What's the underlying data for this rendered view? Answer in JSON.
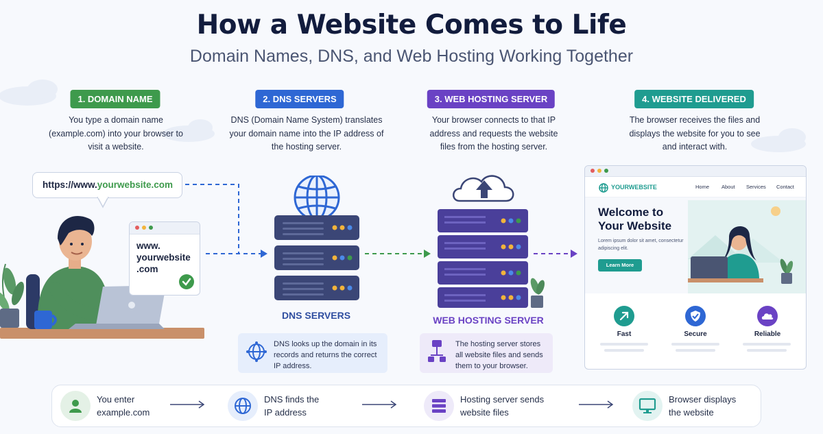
{
  "header": {
    "title": "How a Website Comes to Life",
    "subtitle": "Domain Names, DNS, and Web Hosting Working Together"
  },
  "steps": [
    {
      "badge": "1. DOMAIN NAME",
      "color": "#3e9a4c",
      "desc": "You type a domain name (example.com) into your browser to visit a website."
    },
    {
      "badge": "2. DNS SERVERS",
      "color": "#2e67d4",
      "desc": "DNS (Domain Name System) translates your domain name into the IP address of the hosting server."
    },
    {
      "badge": "3. WEB HOSTING SERVER",
      "color": "#6a42c4",
      "desc": "Your browser connects to that IP address and requests the website files from the hosting server."
    },
    {
      "badge": "4. WEBSITE DELIVERED",
      "color": "#1f9c90",
      "desc": "The browser receives the files and displays the website for you to see and interact with."
    }
  ],
  "domain_scene": {
    "url_prefix": "https://www.",
    "url_domain": "yourwebsite.com",
    "card_lines": [
      "www.",
      "yourwebsite",
      ".com"
    ]
  },
  "dns": {
    "caption": "DNS SERVERS",
    "info": "DNS looks up the domain in its records and returns the correct IP address."
  },
  "hosting": {
    "caption": "WEB HOSTING SERVER",
    "info": "The hosting server stores all website files and sends them to your browser."
  },
  "website": {
    "logo": "YOURWEBSITE",
    "nav": [
      "Home",
      "About",
      "Services",
      "Contact"
    ],
    "hero_title": "Welcome to Your Website",
    "hero_text": "Lorem ipsum dolor sit amet, consectetur adipiscing elit.",
    "cta": "Learn More",
    "features": [
      {
        "label": "Fast",
        "color": "#1f9c90",
        "icon": "rocket-icon"
      },
      {
        "label": "Secure",
        "color": "#2e67d4",
        "icon": "shield-icon"
      },
      {
        "label": "Reliable",
        "color": "#6a42c4",
        "icon": "cloud-check-icon"
      }
    ]
  },
  "flow": [
    {
      "text": "You enter example.com",
      "icon": "user-icon",
      "color": "#3e9a4c"
    },
    {
      "text": "DNS finds the IP address",
      "icon": "globe-icon",
      "color": "#2e67d4"
    },
    {
      "text": "Hosting server sends website files",
      "icon": "server-icon",
      "color": "#6a42c4"
    },
    {
      "text": "Browser displays the website",
      "icon": "monitor-icon",
      "color": "#1f9c90"
    }
  ]
}
